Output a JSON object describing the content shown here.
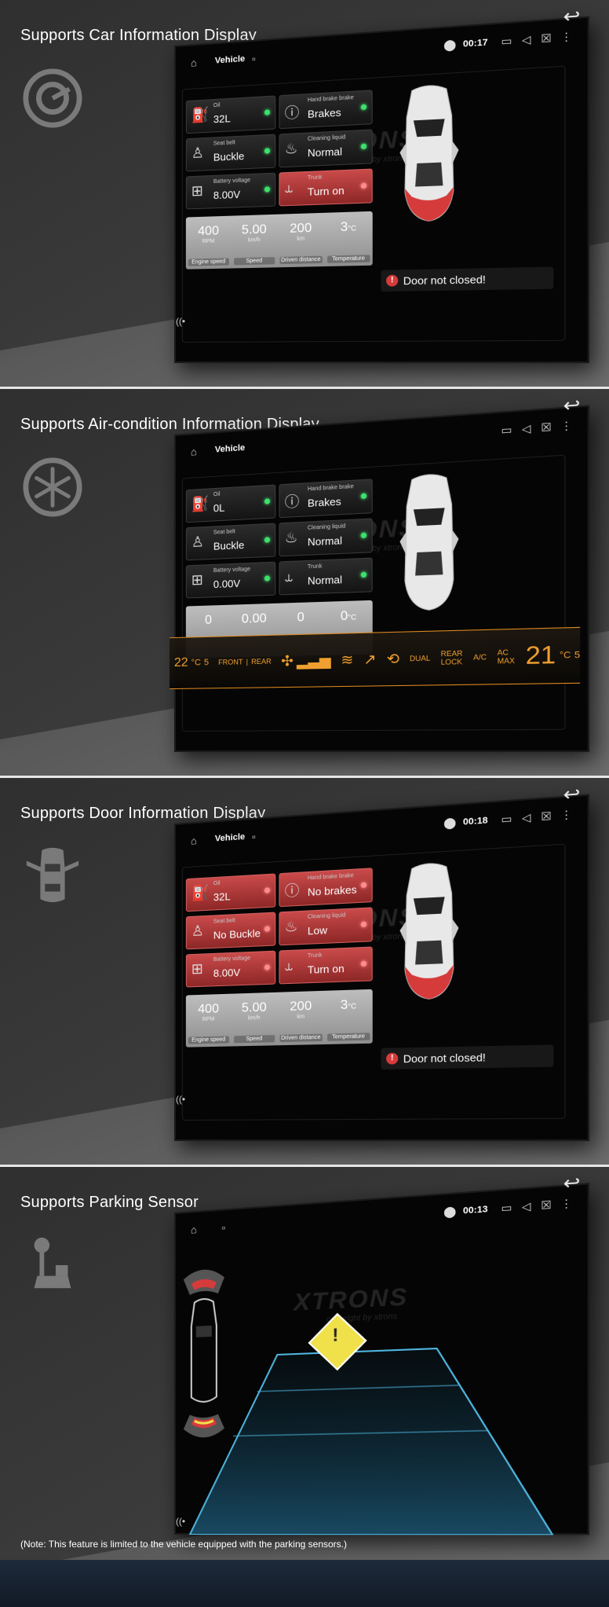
{
  "sections": [
    {
      "title": "Supports Car Information Display",
      "icon": "gauge-icon",
      "status": {
        "title": "Vehicle",
        "time": "00:17"
      },
      "cells": [
        {
          "label": "Oil",
          "value": "32L",
          "alert": false,
          "icon": "oil-icon"
        },
        {
          "label": "Hand brake brake",
          "value": "Brakes",
          "alert": false,
          "icon": "brake-icon"
        },
        {
          "label": "Seat belt",
          "value": "Buckle",
          "alert": false,
          "icon": "seatbelt-icon"
        },
        {
          "label": "Cleaning liquid",
          "value": "Normal",
          "alert": false,
          "icon": "washer-icon"
        },
        {
          "label": "Battery voltage",
          "value": "8.00V",
          "alert": false,
          "icon": "battery-icon"
        },
        {
          "label": "Trunk",
          "value": "Turn on",
          "alert": true,
          "icon": "trunk-icon"
        }
      ],
      "gauges": [
        {
          "value": "400",
          "unit": "RPM",
          "label": "Engine speed"
        },
        {
          "value": "5.00",
          "unit": "km/h",
          "label": "Speed"
        },
        {
          "value": "200",
          "unit": "km",
          "label": "Driven distance"
        },
        {
          "value": "3",
          "unit": "°C",
          "label": "Temperature"
        }
      ],
      "door_message": "Door not closed!"
    },
    {
      "title": "Supports Air-condition Information Display",
      "icon": "snowflake-icon",
      "status": {
        "title": "Vehicle",
        "time": ""
      },
      "cells": [
        {
          "label": "Oil",
          "value": "0L",
          "alert": false,
          "icon": "oil-icon"
        },
        {
          "label": "Hand brake brake",
          "value": "Brakes",
          "alert": false,
          "icon": "brake-icon"
        },
        {
          "label": "Seat belt",
          "value": "Buckle",
          "alert": false,
          "icon": "seatbelt-icon"
        },
        {
          "label": "Cleaning liquid",
          "value": "Normal",
          "alert": false,
          "icon": "washer-icon"
        },
        {
          "label": "Battery voltage",
          "value": "0.00V",
          "alert": false,
          "icon": "battery-icon"
        },
        {
          "label": "Trunk",
          "value": "Normal",
          "alert": false,
          "icon": "trunk-icon"
        }
      ],
      "gauges": [
        {
          "value": "0",
          "unit": "",
          "label": ""
        },
        {
          "value": "0.00",
          "unit": "",
          "label": ""
        },
        {
          "value": "0",
          "unit": "",
          "label": ""
        },
        {
          "value": "0",
          "unit": "°C",
          "label": ""
        }
      ],
      "ac": {
        "left_temp": "22",
        "left_temp_frac": "5",
        "unit": "°C",
        "front": "FRONT",
        "rear": "REAR",
        "dual": "DUAL",
        "rear_lock": "REAR LOCK",
        "ac": "A/C",
        "ac_max": "AC MAX",
        "right_temp": "21",
        "right_temp_frac": "5"
      }
    },
    {
      "title": "Supports Door Information Display",
      "icon": "car-doors-icon",
      "status": {
        "title": "Vehicle",
        "time": "00:18"
      },
      "cells": [
        {
          "label": "Oil",
          "value": "32L",
          "alert": true,
          "icon": "oil-icon"
        },
        {
          "label": "Hand brake brake",
          "value": "No brakes",
          "alert": true,
          "icon": "brake-icon"
        },
        {
          "label": "Seat belt",
          "value": "No Buckle",
          "alert": true,
          "icon": "seatbelt-icon"
        },
        {
          "label": "Cleaning liquid",
          "value": "Low",
          "alert": true,
          "icon": "washer-icon"
        },
        {
          "label": "Battery voltage",
          "value": "8.00V",
          "alert": true,
          "icon": "battery-icon"
        },
        {
          "label": "Trunk",
          "value": "Turn on",
          "alert": true,
          "icon": "trunk-icon"
        }
      ],
      "gauges": [
        {
          "value": "400",
          "unit": "RPM",
          "label": "Engine speed"
        },
        {
          "value": "5.00",
          "unit": "km/h",
          "label": "Speed"
        },
        {
          "value": "200",
          "unit": "km",
          "label": "Driven distance"
        },
        {
          "value": "3",
          "unit": "°C",
          "label": "Temperature"
        }
      ],
      "door_message": "Door not closed!"
    },
    {
      "title": "Supports Parking Sensor",
      "icon": "gear-shift-icon",
      "status": {
        "title": "",
        "time": "00:13"
      }
    }
  ],
  "watermark": "XTRONS",
  "watermark_sub": "copyright by xtrons",
  "note": "(Note: This feature is limited to the vehicle equipped with the parking sensors.)",
  "colors": {
    "accent_orange": "#f0a030",
    "alert_red": "#c94a4a",
    "ok_green": "#3ce06d",
    "warning_yellow": "#f0e04a"
  }
}
